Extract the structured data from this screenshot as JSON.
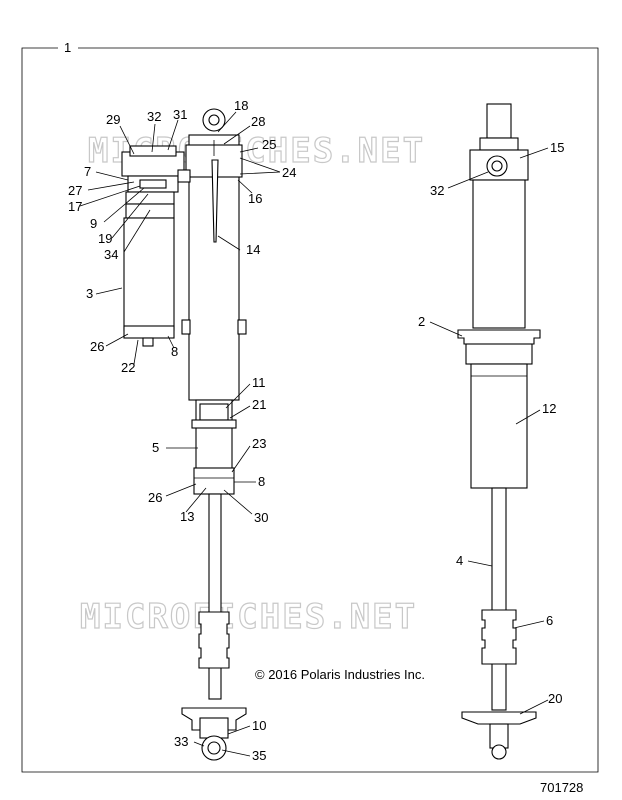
{
  "diagram": {
    "assembly_label": "1",
    "copyright": "© 2016 Polaris Industries Inc.",
    "drawing_number": "701728",
    "watermark": "MICROFICHES.NET",
    "callouts": {
      "c29": "29",
      "c32a": "32",
      "c31": "31",
      "c18": "18",
      "c28": "28",
      "c25": "25",
      "c24": "24",
      "c16": "16",
      "c7": "7",
      "c27": "27",
      "c17": "17",
      "c9": "9",
      "c19": "19",
      "c34": "34",
      "c14": "14",
      "c3": "3",
      "c26a": "26",
      "c8a": "8",
      "c22": "22",
      "c11": "11",
      "c21": "21",
      "c5": "5",
      "c23": "23",
      "c26b": "26",
      "c8b": "8",
      "c13": "13",
      "c30": "30",
      "c10": "10",
      "c33": "33",
      "c35": "35",
      "c15": "15",
      "c32b": "32",
      "c2": "2",
      "c12": "12",
      "c4": "4",
      "c6": "6",
      "c20": "20"
    }
  }
}
